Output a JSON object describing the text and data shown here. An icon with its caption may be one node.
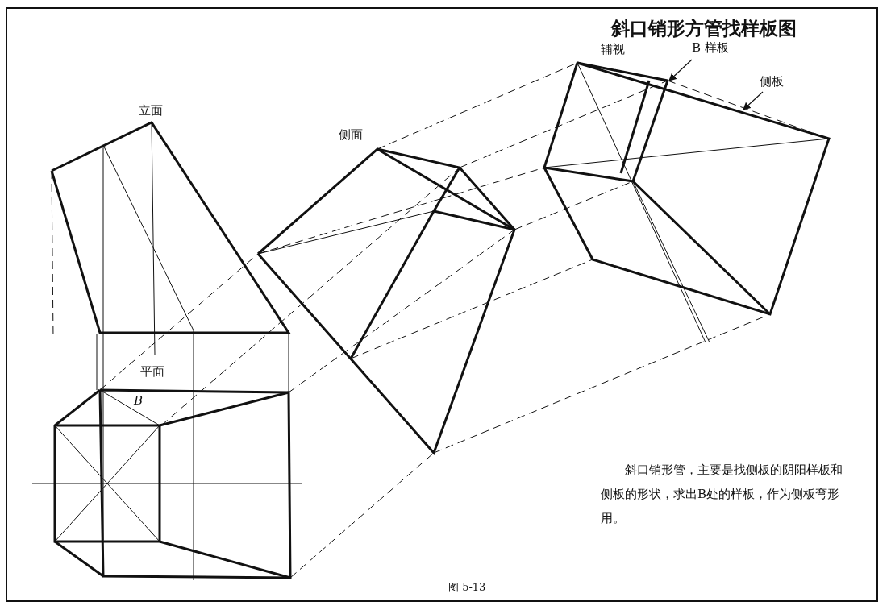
{
  "diagram": {
    "title": "斜口销形方管找样板图",
    "caption": "图 5-13",
    "nodes": [
      {
        "text": [
          "B 样板"
        ]
      },
      {
        "text": [
          "侧板"
        ]
      }
    ],
    "edges": [
      {
        "from": 0,
        "to": null,
        "arrow": "to"
      },
      {
        "from": 1,
        "to": null,
        "arrow": "to"
      }
    ],
    "labels": [
      "辅视",
      "立面",
      "侧面",
      "平面",
      "B",
      "斜口销形管，主要是找侧板的阴阳样板和侧板的形状，求出B处的样板，作为侧板弯形用。"
    ]
  }
}
